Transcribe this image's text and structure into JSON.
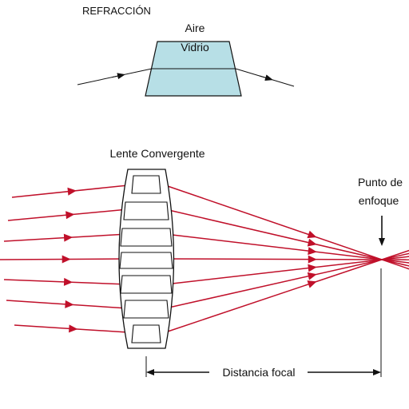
{
  "refraction": {
    "title": "REFRACCIÓN",
    "air_label": "Aire",
    "glass_label": "Vidrio"
  },
  "lens": {
    "title": "Lente Convergente"
  },
  "focus": {
    "label_line1": "Punto de",
    "label_line2": "enfoque"
  },
  "focal": {
    "label": "Distancia focal"
  },
  "colors": {
    "ray": "#c0102a",
    "glass": "#b7dfe6",
    "outline": "#111111",
    "background": "#ffffff"
  }
}
